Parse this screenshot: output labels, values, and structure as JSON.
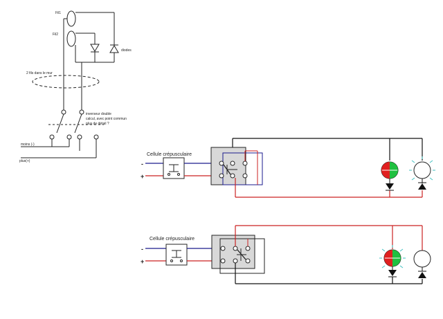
{
  "sketch": {
    "fil1_label": "Fil1",
    "fil2_label": "Fil2",
    "diodes_label": "diodes",
    "wall_label": "2 fils dans le mur",
    "inverter_note": "inverseur double\ncalcul, avec point commun\nplus de détail ?",
    "minus_label": "moins (-)",
    "plus_label": "plus(+)"
  },
  "circuit_top": {
    "cell_label": "Cellule crépusculaire",
    "neg_sign": "-",
    "pos_sign": "+"
  },
  "circuit_bottom": {
    "cell_label": "Cellule crépusculaire",
    "neg_sign": "-",
    "pos_sign": "+"
  },
  "colors": {
    "negative_wire": "#1a1a8c",
    "positive_wire": "#cc2222",
    "black_wire": "#111111",
    "lamp_red": "#e02020",
    "lamp_green": "#20c040",
    "glow": "#40c0c0",
    "switch_body": "#d8d8d8"
  }
}
